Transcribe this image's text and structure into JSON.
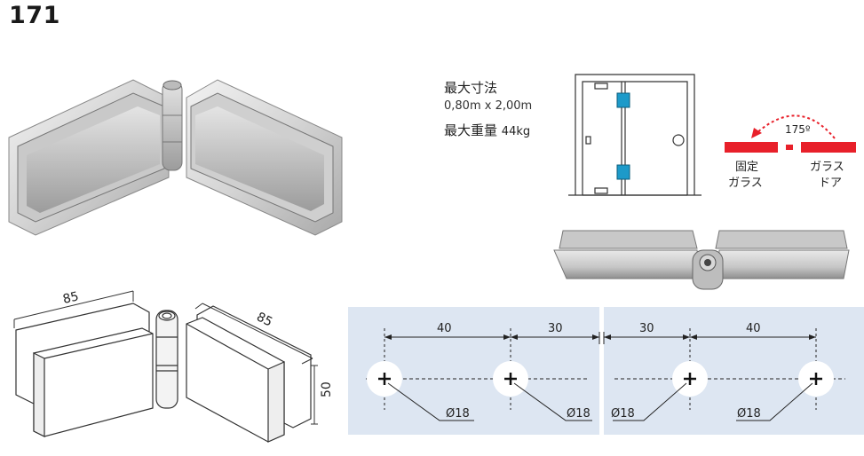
{
  "model_number": "171",
  "specs": {
    "max_size_label": "最大寸法",
    "max_size_value": "0,80m x 2,00m",
    "max_weight_label": "最大重量",
    "max_weight_value": "44kg"
  },
  "rotation": {
    "angle": "175º",
    "fixed_glass_line1": "固定",
    "fixed_glass_line2": "ガラス",
    "glass_door_line1": "ガラス",
    "glass_door_line2": "ドア",
    "accent_color": "#e8202a"
  },
  "dimensions": {
    "width_left": "85",
    "width_right": "85",
    "height": "50"
  },
  "hole_drawing": {
    "background": "#dde6f2",
    "left_spacing_outer": "40",
    "left_spacing_inner": "30",
    "right_spacing_inner": "30",
    "right_spacing_outer": "40",
    "hole_labels": [
      "Ø18",
      "Ø18",
      "Ø18",
      "Ø18"
    ]
  }
}
